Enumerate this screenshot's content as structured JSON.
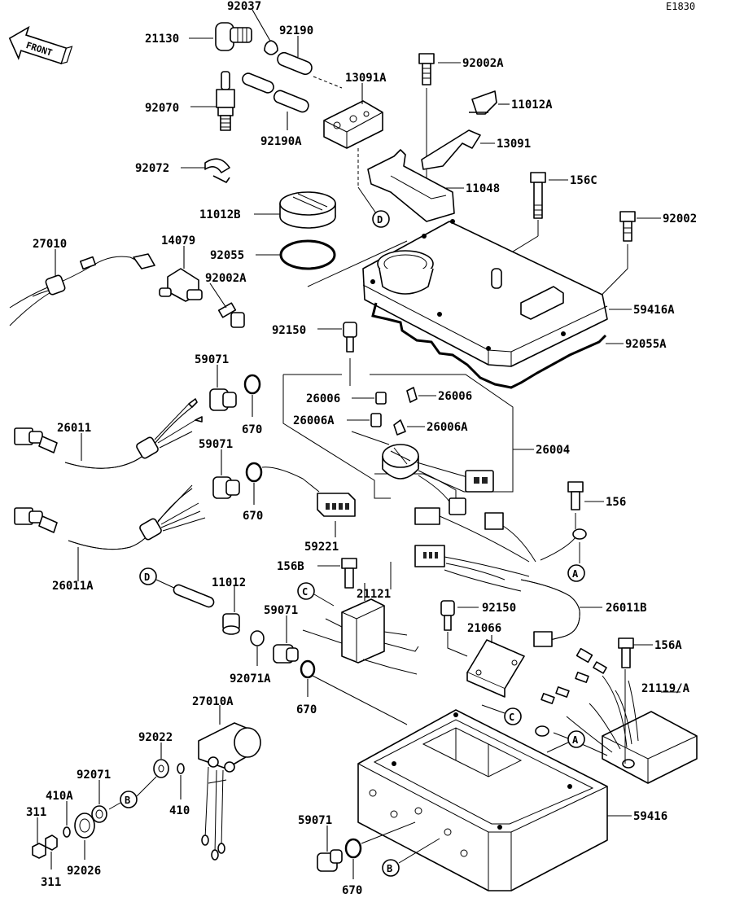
{
  "diagram_code": "E1830",
  "front_marker": "FRONT",
  "part_labels": {
    "p21130": "21130",
    "p92037": "92037",
    "p92190": "92190",
    "p92070": "92070",
    "p92190A": "92190A",
    "p13091A": "13091A",
    "p92002A_top": "92002A",
    "p11012A": "11012A",
    "p13091": "13091",
    "p11048": "11048",
    "p156C": "156C",
    "p92002": "92002",
    "p92072": "92072",
    "p11012B": "11012B",
    "p92055": "92055",
    "p27010": "27010",
    "p14079": "14079",
    "p92002A_mid": "92002A",
    "p59416A": "59416A",
    "p92055A": "92055A",
    "p92150_top": "92150",
    "p59071_a": "59071",
    "p26006_a": "26006",
    "p26006_b": "26006",
    "p26006A_a": "26006A",
    "p26006A_b": "26006A",
    "p670_a": "670",
    "p26011": "26011",
    "p26004": "26004",
    "p59071_b": "59071",
    "p156": "156",
    "p670_b": "670",
    "p59221": "59221",
    "p26011A": "26011A",
    "p156B": "156B",
    "p11012": "11012",
    "p21121": "21121",
    "p59071_c": "59071",
    "p92150_mid": "92150",
    "p26011B": "26011B",
    "p21066": "21066",
    "p156A": "156A",
    "p92071A": "92071A",
    "p670_c": "670",
    "p27010A": "27010A",
    "p21119A": "21119/A",
    "p92022": "92022",
    "p92071": "92071",
    "p410A": "410A",
    "p410": "410",
    "p311_a": "311",
    "p311_b": "311",
    "p92026": "92026",
    "p59416": "59416",
    "p59071_d": "59071",
    "p670_d": "670"
  },
  "ref_markers": {
    "d1": "D",
    "d2": "D",
    "a1": "A",
    "a2": "A",
    "c1": "C",
    "c2": "C",
    "b1": "B",
    "b2": "B"
  }
}
